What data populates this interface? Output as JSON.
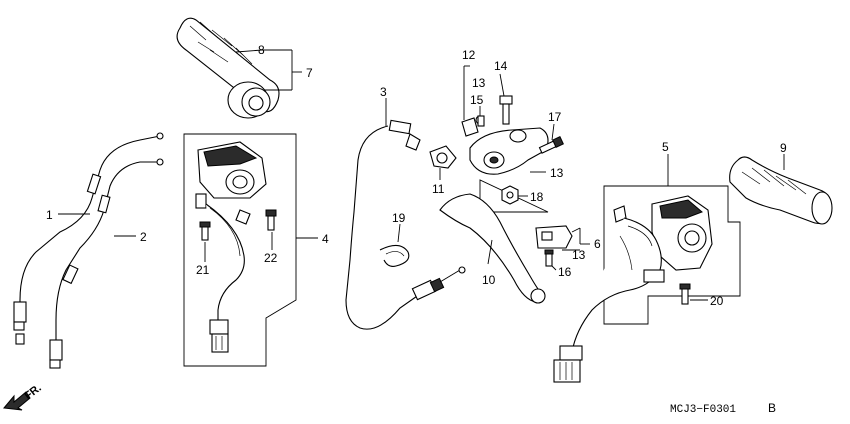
{
  "diagram": {
    "code": "MCJ3−F0301",
    "code_suffix": "B",
    "direction_label": "FR.",
    "callouts": [
      "1",
      "2",
      "3",
      "4",
      "5",
      "6",
      "7",
      "8",
      "9",
      "10",
      "11",
      "12",
      "13",
      "13",
      "13",
      "14",
      "15",
      "16",
      "17",
      "18",
      "19",
      "20",
      "21",
      "22"
    ]
  }
}
